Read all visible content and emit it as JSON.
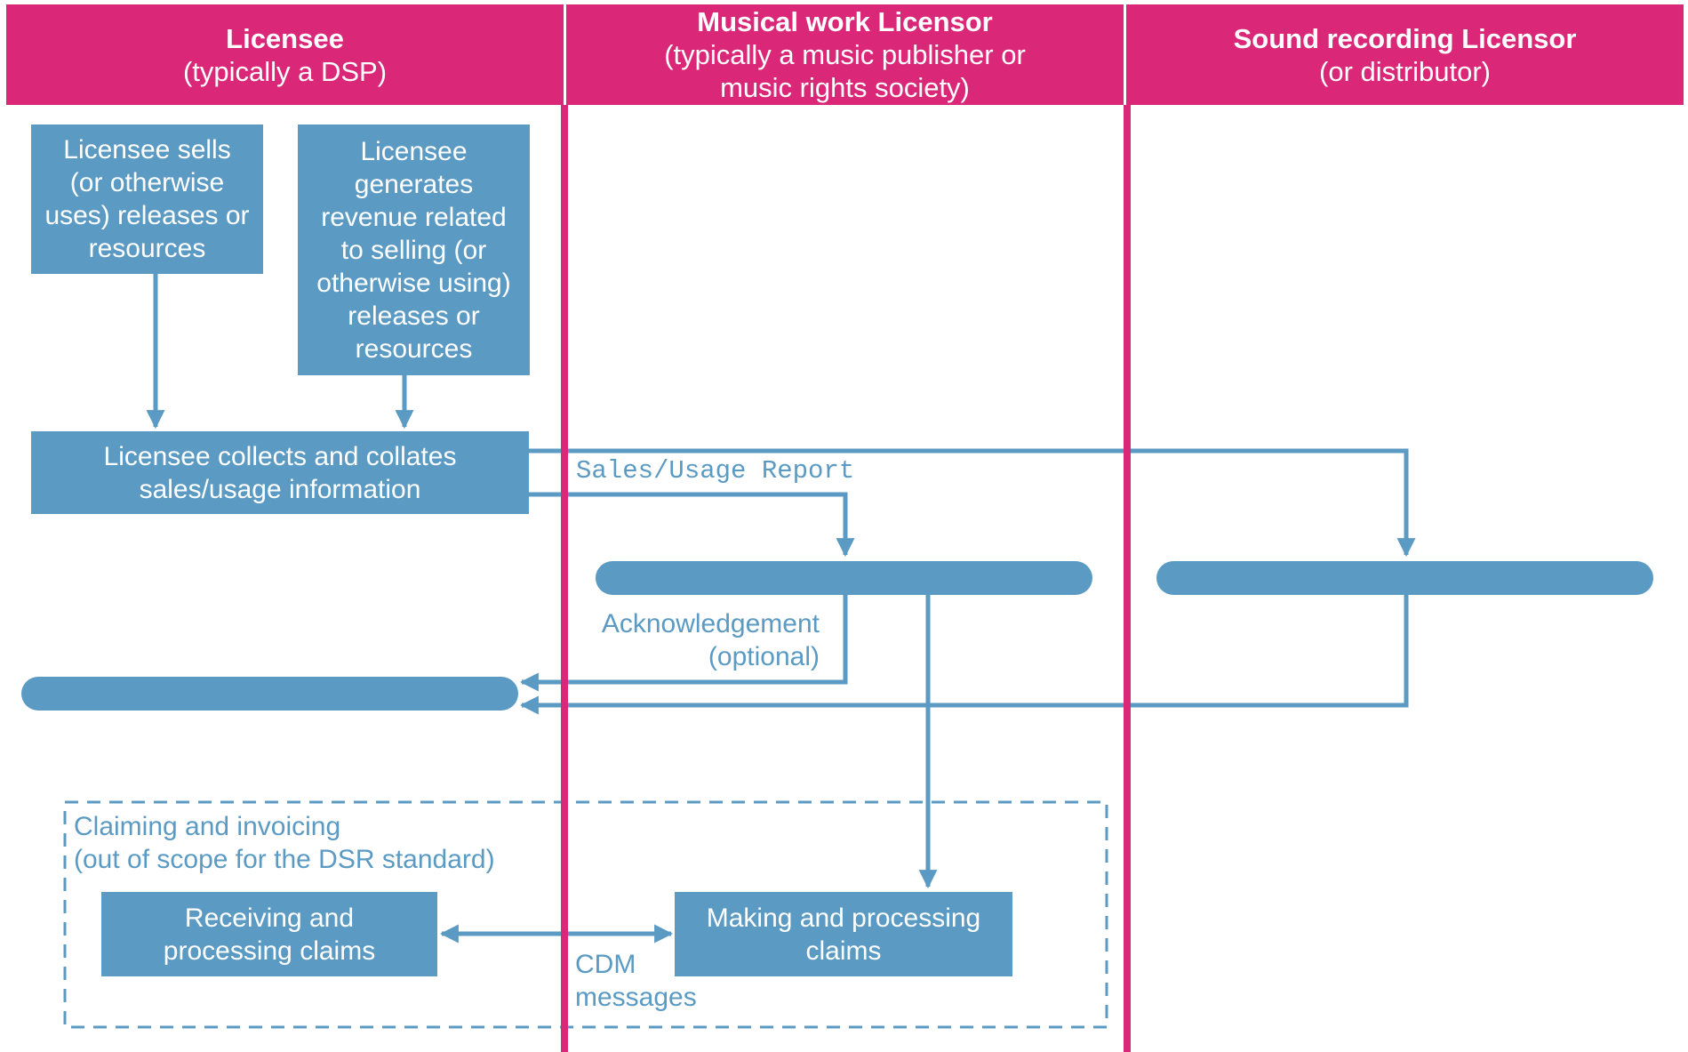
{
  "lanes": [
    {
      "title": "Licensee",
      "subtitle": "(typically a DSP)"
    },
    {
      "title": "Musical work Licensor",
      "subtitle": "(typically a music publisher or\nmusic rights society)"
    },
    {
      "title": "Sound recording Licensor",
      "subtitle": "(or distributor)"
    }
  ],
  "boxes": {
    "sells": "Licensee sells\n(or otherwise\nuses) releases or\nresources",
    "revenue": "Licensee\ngenerates\nrevenue related\nto selling (or\notherwise using)\nreleases or\nresources",
    "collects": "Licensee collects and collates\nsales/usage information",
    "receiving": "Receiving and\nprocessing claims",
    "making": "Making and processing\nclaims"
  },
  "labels": {
    "sales_report": "Sales/Usage Report",
    "acknowledgement": "Acknowledgement\n(optional)",
    "claiming_title": "Claiming and invoicing",
    "claiming_scope": "(out of scope for the DSR standard)",
    "cdm": "CDM\nmessages"
  },
  "colors": {
    "lane_header": "#db2777",
    "lane_divider": "#db2777",
    "box_fill": "#5b9ac3",
    "arrow": "#5b9ac3"
  }
}
